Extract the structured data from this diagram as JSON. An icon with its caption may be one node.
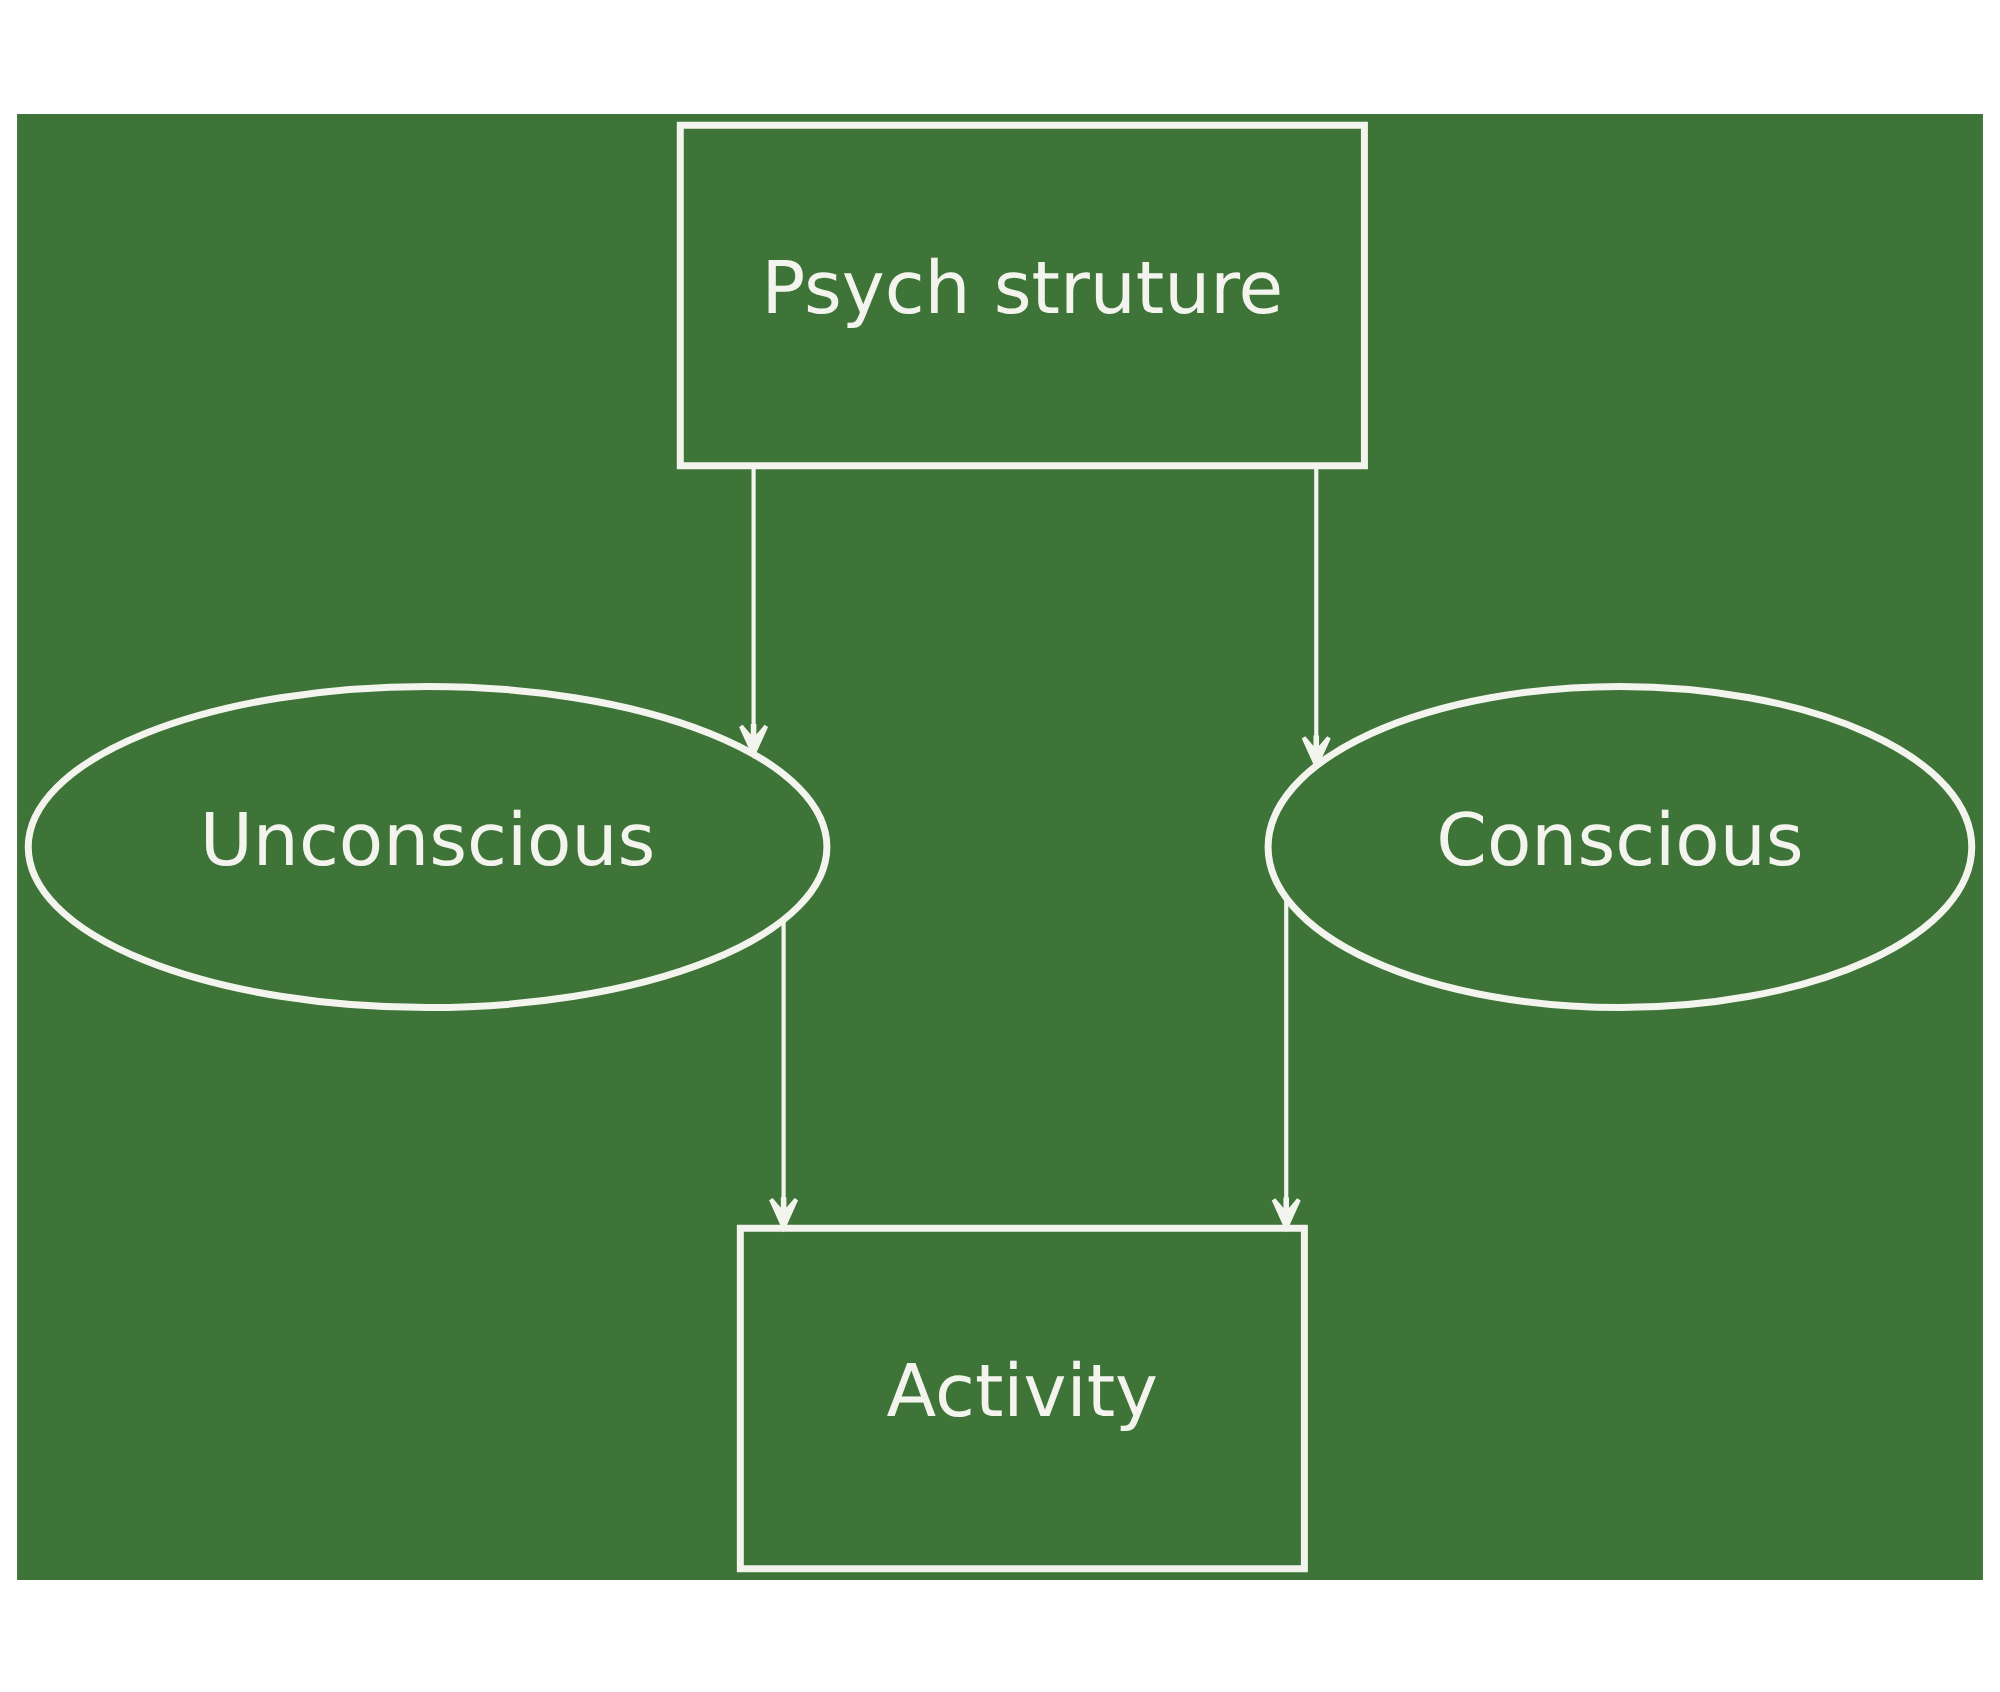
{
  "diagram": {
    "nodes": [
      {
        "text": [
          "Psych struture"
        ]
      },
      {
        "text": [
          "Unconscious"
        ]
      },
      {
        "text": [
          "Conscious"
        ]
      },
      {
        "text": [
          "Activity"
        ]
      }
    ],
    "edges": [
      {
        "from": 0,
        "to": 1,
        "arrow": "to"
      },
      {
        "from": 0,
        "to": 2,
        "arrow": "to"
      },
      {
        "from": 1,
        "to": 3,
        "arrow": "to"
      },
      {
        "from": 2,
        "to": 3,
        "arrow": "to"
      }
    ]
  }
}
